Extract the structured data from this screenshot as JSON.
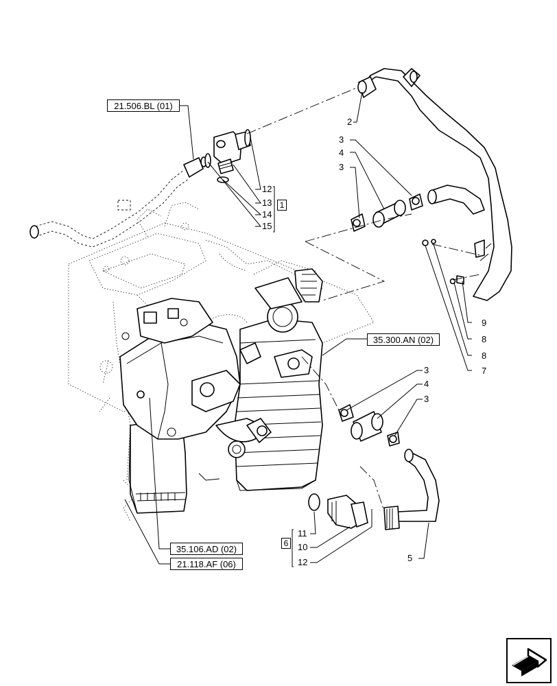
{
  "references": {
    "ref_21_506": "21.506.BL (01)",
    "ref_35_300": "35.300.AN (02)",
    "ref_35_106": "35.106.AD (02)",
    "ref_21_118": "21.118.AF (06)"
  },
  "kits": {
    "kit_a": "1",
    "kit_b": "6"
  },
  "callouts": {
    "c2": "2",
    "c3a": "3",
    "c4a": "4",
    "c3b": "3",
    "c12a": "12",
    "c13": "13",
    "c14": "14",
    "c15": "15",
    "c9": "9",
    "c8a": "8",
    "c8b": "8",
    "c7": "7",
    "c3c": "3",
    "c4b": "4",
    "c3d": "3",
    "c11": "11",
    "c10": "10",
    "c12b": "12",
    "c5": "5"
  },
  "colors": {
    "line": "#000000",
    "background": "#ffffff"
  },
  "navigation": {
    "icon": "next-page-arrow-icon"
  }
}
